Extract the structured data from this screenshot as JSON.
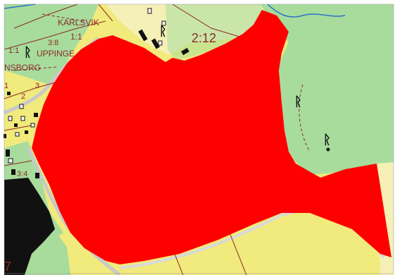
{
  "map": {
    "colors": {
      "arable": "#f1ea7c",
      "pasture": "#f4f0b6",
      "forest": "#a7dc9c",
      "water": "#111111",
      "parcel": "#ff0000",
      "property_line": "#8a2a2a",
      "road": "#c9c9c9",
      "stream": "#2b73c9"
    },
    "labels": {
      "karlsvik": "KARLSVIK",
      "uppinge": "UPPINGE",
      "nsborg": "NSBORG",
      "p_2_12": "2:12",
      "p_1_1": "1:1",
      "p_1_1b": "1:1",
      "p_3_8": "3:8",
      "p_3_4": "3:4",
      "p_2": "2",
      "p_3": "3",
      "p_1": "1",
      "p_7": "7"
    },
    "symbols": {
      "rune_a": "ᚱ",
      "rune_b": "ᚱ",
      "rune_c": "ᚱ",
      "rune_d": "ᚱ"
    }
  }
}
